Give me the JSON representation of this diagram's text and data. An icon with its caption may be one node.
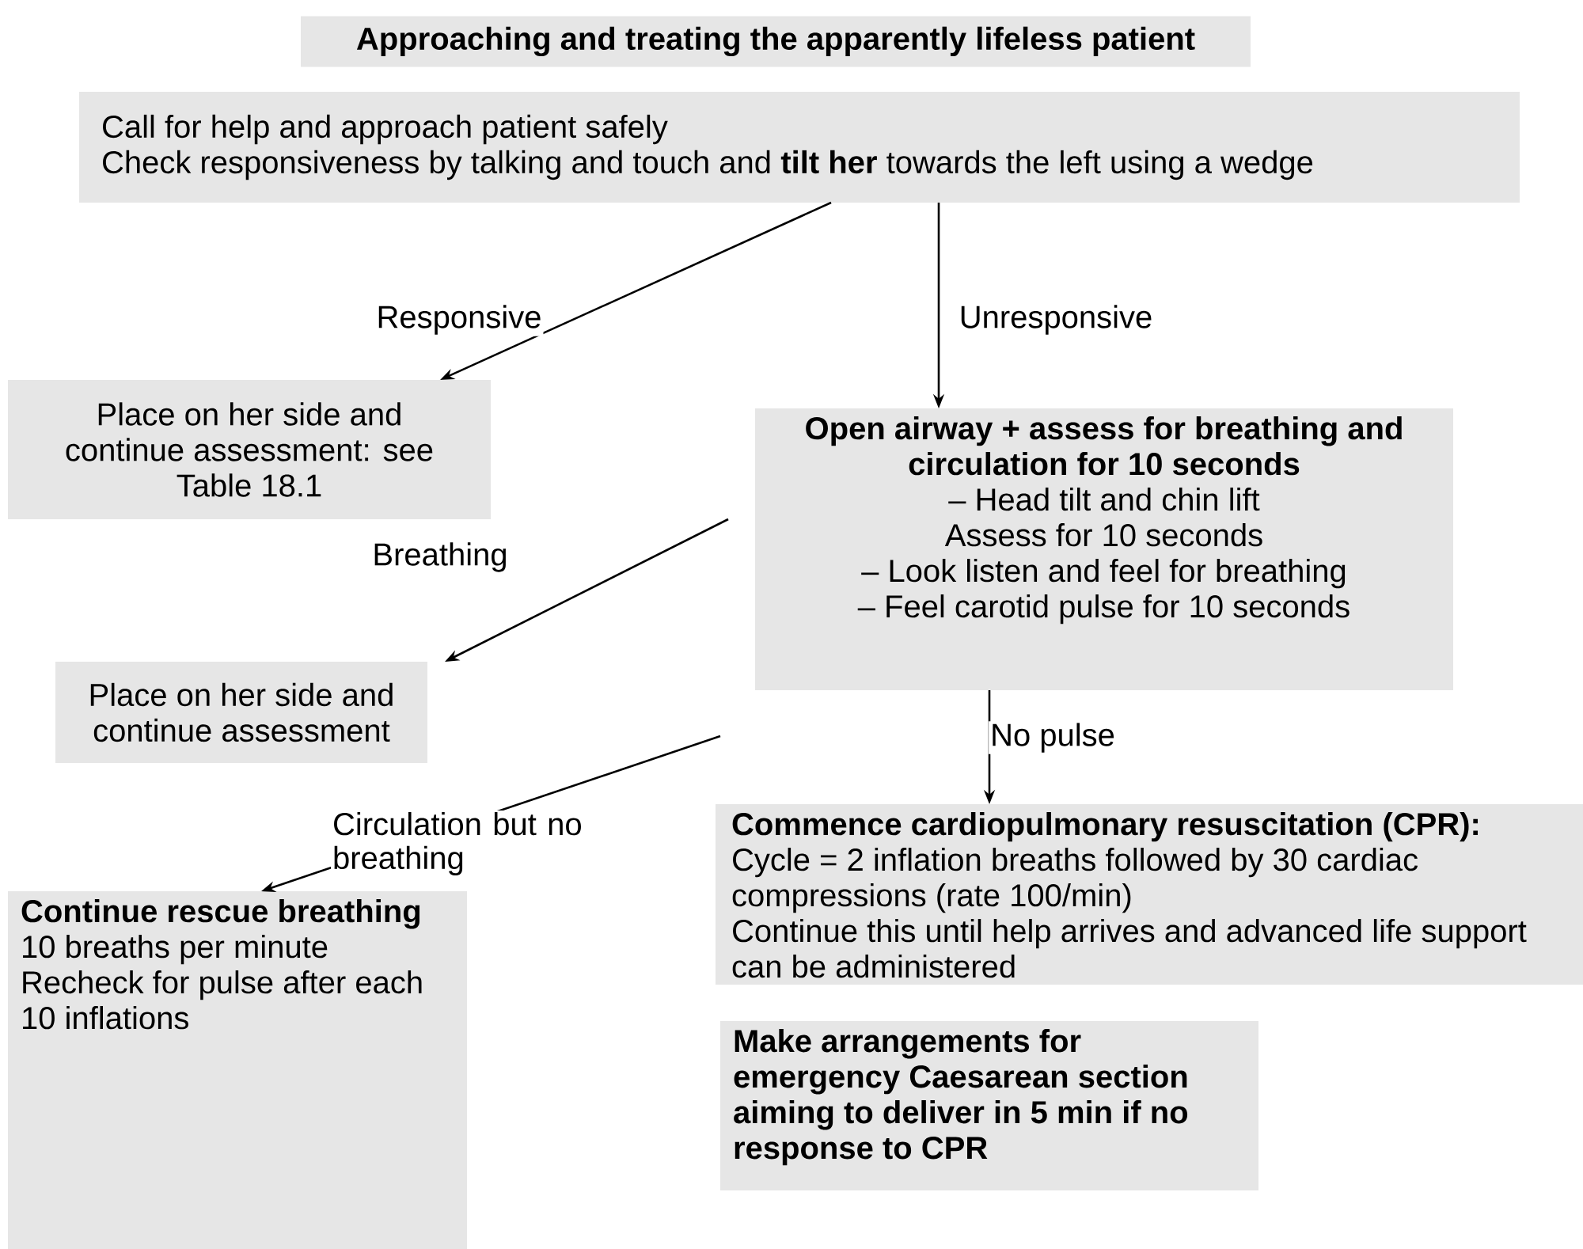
{
  "diagram": {
    "title": "Approaching and treating the apparently lifeless patient",
    "nodes": [
      {
        "text": [
          "Call for help and approach patient safely",
          "Check responsiveness by talking and touch and **tilt her** towards the left using a wedge"
        ]
      },
      {
        "text": [
          "Place on her side and continue assessment: see Table 18.1"
        ]
      },
      {
        "text": [
          "Open airway + assess for breathing and circulation for 10 seconds",
          "– Head tilt and chin lift",
          "Assess for 10 seconds",
          "– Look listen and feel for breathing",
          "– Feel carotid pulse for 10 seconds"
        ]
      },
      {
        "text": [
          "Place on her side and continue assessment"
        ]
      },
      {
        "text": [
          "Commence cardiopulmonary resuscitation (CPR):",
          "Cycle = 2 inflation breaths followed by 30 cardiac compressions (rate 100/min)",
          "Continue this until help arrives and advanced life support can be administered"
        ]
      },
      {
        "text": [
          "Continue rescue breathing",
          "10 breaths per minute",
          "Recheck for pulse after each 10 inflations"
        ]
      },
      {
        "text": [
          "Make arrangements for emergency Caesarean section aiming to deliver in 5 min if no response to CPR"
        ]
      }
    ],
    "edges": [
      {
        "from": 0,
        "to": 1,
        "arrow": "to",
        "label": "Responsive"
      },
      {
        "from": 0,
        "to": 2,
        "arrow": "to",
        "label": "Unresponsive"
      },
      {
        "from": 2,
        "to": 3,
        "arrow": "to",
        "label": "Breathing"
      },
      {
        "from": 2,
        "to": 4,
        "arrow": "to",
        "label": "No pulse"
      },
      {
        "from": 2,
        "to": 5,
        "arrow": "to",
        "label": "Circulation but no breathing"
      }
    ]
  }
}
